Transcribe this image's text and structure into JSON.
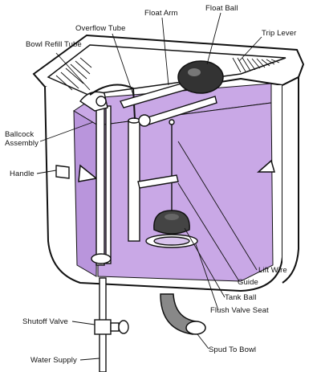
{
  "diagram": {
    "labels": {
      "float_arm": "Float Arm",
      "float_ball": "Float Ball",
      "overflow_tube": "Overflow Tube",
      "trip_lever": "Trip Lever",
      "bowl_refill_tube": "Bowl Refill Tube",
      "ballcock_line1": "Ballcock",
      "ballcock_line2": "Assembly",
      "handle": "Handle",
      "lift_wire": "Lift Wire",
      "guide": "Guide",
      "tank_ball": "Tank Ball",
      "flush_valve_seat": "Flush Valve Seat",
      "shutoff_valve": "Shutoff Valve",
      "spud_to_bowl": "Spud To Bowl",
      "water_supply": "Water Supply"
    },
    "colors": {
      "water": "#c9a8e6",
      "water_dark": "#a57fcc",
      "outline": "#111111",
      "porcelain": "#ffffff"
    }
  }
}
